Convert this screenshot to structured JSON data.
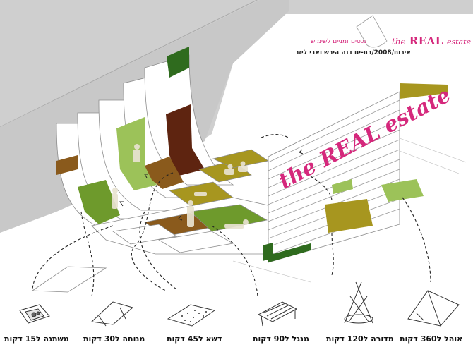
{
  "header": {
    "brand_the": "the",
    "brand_real": "REAL",
    "brand_estate": "estate",
    "subtitle": "נכסים זמניים לשימוש",
    "credits": "אירוח/2008/בת-ים   דנה הירש ואבי ליזר"
  },
  "sign": {
    "text": "the REAL estate"
  },
  "items": [
    {
      "label": "משתנה ל15 דקות",
      "icon": "toilet-icon"
    },
    {
      "label": "מנוחה ל30 דקות",
      "icon": "deck-chair-icon"
    },
    {
      "label": "דשא ל45 דקות",
      "icon": "grass-patch-icon"
    },
    {
      "label": "מנגל ל90 דקות",
      "icon": "grill-icon"
    },
    {
      "label": "מדורה ל120 דקות",
      "icon": "bonfire-icon"
    },
    {
      "label": "אוהל ל360 דקות",
      "icon": "tent-icon"
    }
  ],
  "colors": {
    "green": "#6e9a2c",
    "light_green": "#9cc259",
    "olive": "#a7961f",
    "brown": "#8a5a1c",
    "dark_brown": "#5e2410",
    "dark_green": "#2f6b1e",
    "magenta": "#d5287c",
    "wall": "#cfcfcf"
  }
}
